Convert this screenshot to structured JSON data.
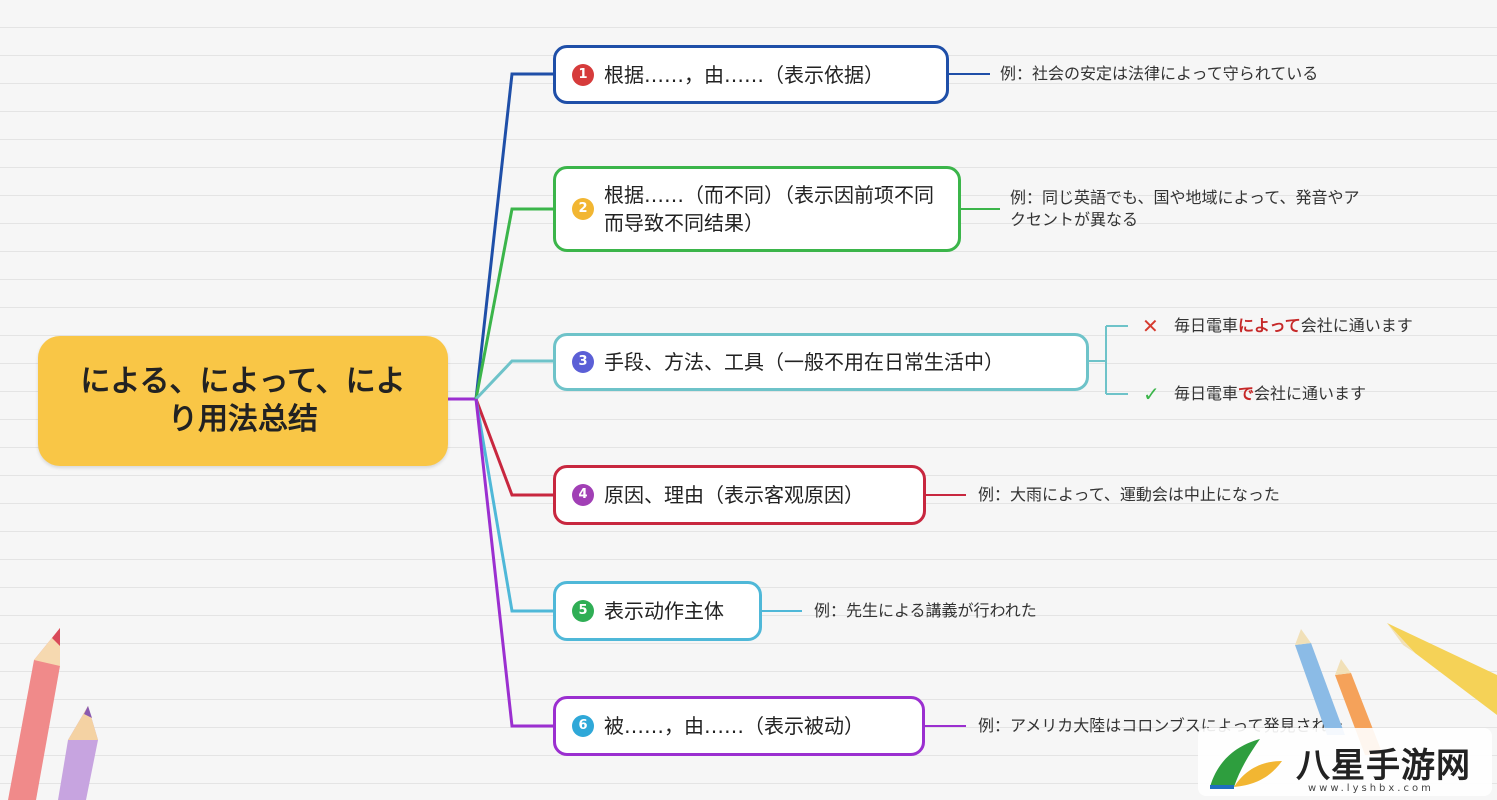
{
  "root": {
    "title": "による、によって、により用法总结"
  },
  "nodes": [
    {
      "num": "1",
      "label": "根据……，由……（表示依据）",
      "color": "#1f4fa8",
      "badge": "#d63b3b",
      "example": "例：社会の安定は法律によって守られている"
    },
    {
      "num": "2",
      "label": "根据……（而不同）（表示因前项不同而导致不同结果）",
      "color": "#3bb54a",
      "badge": "#f2b632",
      "example": "例：同じ英語でも、国や地域によって、発音やアクセントが異なる"
    },
    {
      "num": "3",
      "label": "手段、方法、工具（一般不用在日常生活中）",
      "color": "#6ec3c9",
      "badge": "#5b5fd6",
      "wrong_mark": "✕",
      "wrong": {
        "pre": "毎日電車",
        "hl": "によって",
        "post": "会社に通います"
      },
      "right_mark": "✓",
      "right": {
        "pre": "毎日電車",
        "hl": "で",
        "post": "会社に通います"
      }
    },
    {
      "num": "4",
      "label": "原因、理由（表示客观原因）",
      "color": "#c8273f",
      "badge": "#a13fb5",
      "example": "例：大雨によって、運動会は中止になった"
    },
    {
      "num": "5",
      "label": "表示动作主体",
      "color": "#4fb8d8",
      "badge": "#2fae55",
      "example": "例：先生による講義が行われた"
    },
    {
      "num": "6",
      "label": "被……，由……（表示被动）",
      "color": "#9b2fd0",
      "badge": "#2fa8d8",
      "example": "例：アメリカ大陸はコロンブスによって発見された"
    }
  ],
  "colors": {
    "root_bg": "#f9c646",
    "root_line": "#9b2fd0",
    "wrong": "#d63b2f",
    "right": "#3bb54a"
  },
  "watermark": {
    "text": "八星手游网",
    "url": "www.lyshbx.com"
  }
}
